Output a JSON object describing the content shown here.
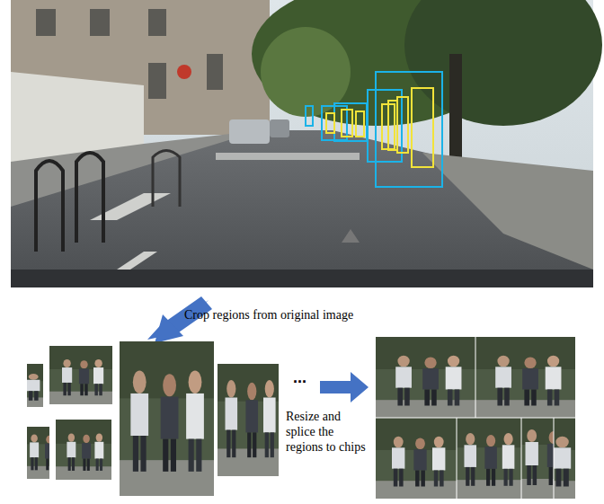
{
  "diagram": {
    "labels": [
      "Crop regions from original image",
      "...",
      "Resize and splice the regions to chips"
    ]
  }
}
